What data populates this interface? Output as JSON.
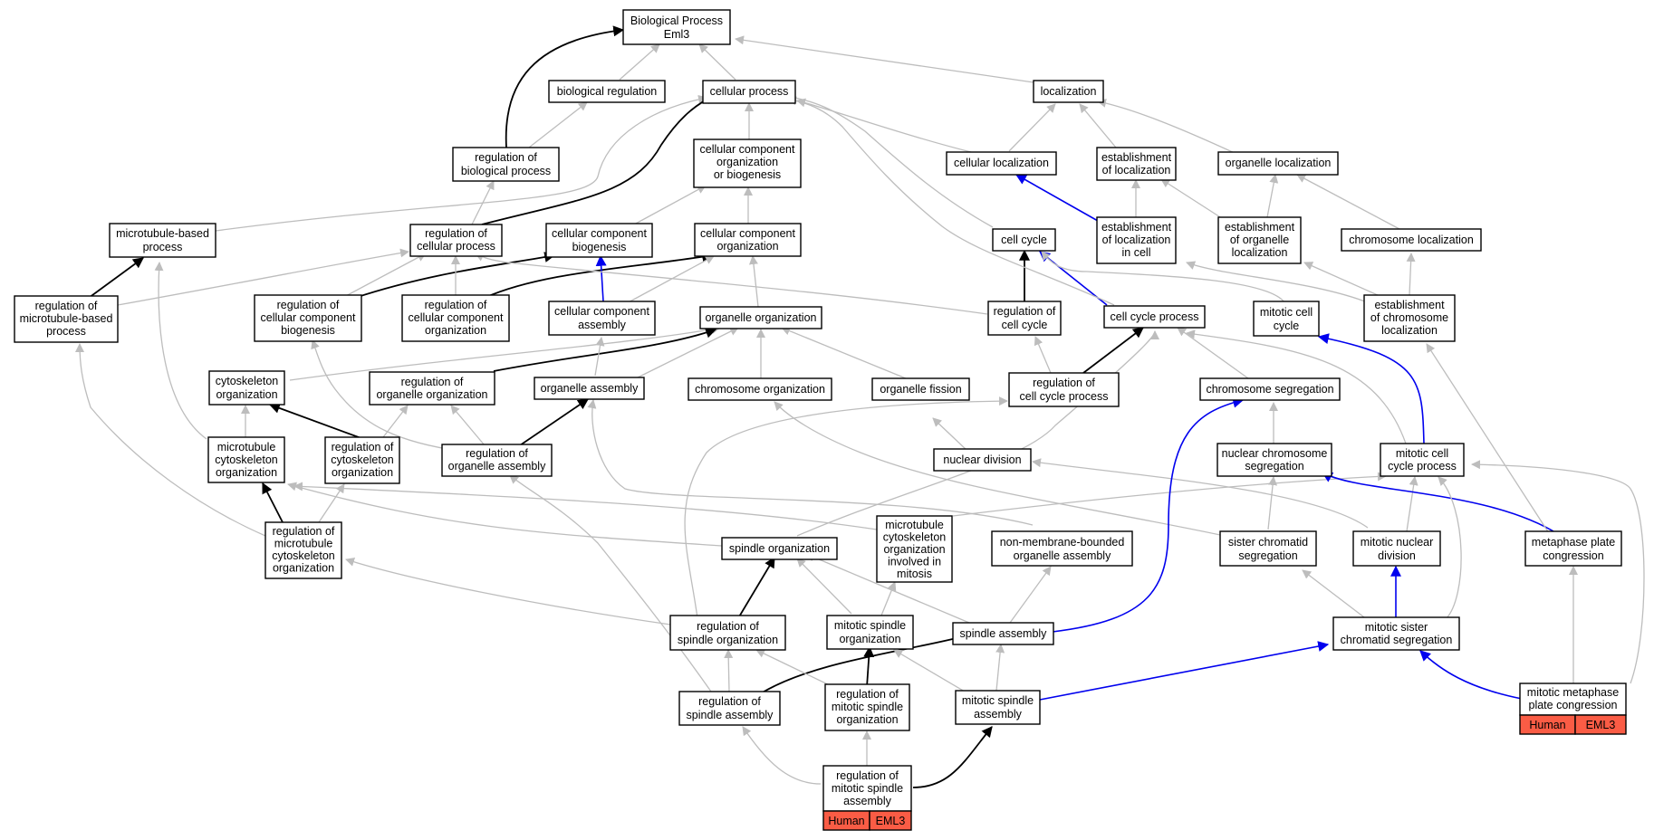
{
  "colors": {
    "gray_edge": "#bdbdbd",
    "black_edge": "#000000",
    "blue_edge": "#0000ee",
    "annotation_fill": "#fa5c45"
  },
  "nodes": [
    {
      "id": "bp",
      "label": [
        "Biological Process",
        "Eml3"
      ]
    },
    {
      "id": "bioreg",
      "label": [
        "biological regulation"
      ]
    },
    {
      "id": "cellproc",
      "label": [
        "cellular process"
      ]
    },
    {
      "id": "loc",
      "label": [
        "localization"
      ]
    },
    {
      "id": "regbio",
      "label": [
        "regulation of",
        "biological process"
      ]
    },
    {
      "id": "ccob",
      "label": [
        "cellular component",
        "organization",
        "or biogenesis"
      ]
    },
    {
      "id": "cellloc",
      "label": [
        "cellular localization"
      ]
    },
    {
      "id": "estloc",
      "label": [
        "establishment",
        "of localization"
      ]
    },
    {
      "id": "orgloc",
      "label": [
        "organelle localization"
      ]
    },
    {
      "id": "mtbp",
      "label": [
        "microtubule-based",
        "process"
      ]
    },
    {
      "id": "regcp",
      "label": [
        "regulation of",
        "cellular process"
      ]
    },
    {
      "id": "ccbio",
      "label": [
        "cellular component",
        "biogenesis"
      ]
    },
    {
      "id": "ccorg",
      "label": [
        "cellular component",
        "organization"
      ]
    },
    {
      "id": "cellcycle",
      "label": [
        "cell cycle"
      ]
    },
    {
      "id": "estlocc",
      "label": [
        "establishment",
        "of localization",
        "in cell"
      ]
    },
    {
      "id": "estorgloc",
      "label": [
        "establishment",
        "of organelle",
        "localization"
      ]
    },
    {
      "id": "chromloc",
      "label": [
        "chromosome localization"
      ]
    },
    {
      "id": "regmtbp",
      "label": [
        "regulation of",
        "microtubule-based",
        "process"
      ]
    },
    {
      "id": "regccbio",
      "label": [
        "regulation of",
        "cellular component",
        "biogenesis"
      ]
    },
    {
      "id": "regccorg",
      "label": [
        "regulation of",
        "cellular component",
        "organization"
      ]
    },
    {
      "id": "ccasm",
      "label": [
        "cellular component",
        "assembly"
      ]
    },
    {
      "id": "orgorg",
      "label": [
        "organelle organization"
      ]
    },
    {
      "id": "regcc",
      "label": [
        "regulation of",
        "cell cycle"
      ]
    },
    {
      "id": "ccp",
      "label": [
        "cell cycle process"
      ]
    },
    {
      "id": "mitcc",
      "label": [
        "mitotic cell",
        "cycle"
      ]
    },
    {
      "id": "estchromloc",
      "label": [
        "establishment",
        "of chromosome",
        "localization"
      ]
    },
    {
      "id": "cytoorg",
      "label": [
        "cytoskeleton",
        "organization"
      ]
    },
    {
      "id": "regorgorg",
      "label": [
        "regulation of",
        "organelle organization"
      ]
    },
    {
      "id": "orgasm",
      "label": [
        "organelle assembly"
      ]
    },
    {
      "id": "chromorg",
      "label": [
        "chromosome organization"
      ]
    },
    {
      "id": "orgfis",
      "label": [
        "organelle fission"
      ]
    },
    {
      "id": "regccp",
      "label": [
        "regulation of",
        "cell cycle process"
      ]
    },
    {
      "id": "chromseg",
      "label": [
        "chromosome segregation"
      ]
    },
    {
      "id": "mtco",
      "label": [
        "microtubule",
        "cytoskeleton",
        "organization"
      ]
    },
    {
      "id": "regcyto",
      "label": [
        "regulation of",
        "cytoskeleton",
        "organization"
      ]
    },
    {
      "id": "regorgasm",
      "label": [
        "regulation of",
        "organelle assembly"
      ]
    },
    {
      "id": "nucdiv",
      "label": [
        "nuclear division"
      ]
    },
    {
      "id": "nucchromseg",
      "label": [
        "nuclear chromosome",
        "segregation"
      ]
    },
    {
      "id": "mitccp",
      "label": [
        "mitotic cell",
        "cycle process"
      ]
    },
    {
      "id": "regmtco",
      "label": [
        "regulation of",
        "microtubule",
        "cytoskeleton",
        "organization"
      ]
    },
    {
      "id": "spinorg",
      "label": [
        "spindle organization"
      ]
    },
    {
      "id": "mtcomit",
      "label": [
        "microtubule",
        "cytoskeleton",
        "organization",
        "involved in",
        "mitosis"
      ]
    },
    {
      "id": "nmboa",
      "label": [
        "non-membrane-bounded",
        "organelle assembly"
      ]
    },
    {
      "id": "sistseg",
      "label": [
        "sister chromatid",
        "segregation"
      ]
    },
    {
      "id": "mitnucdiv",
      "label": [
        "mitotic nuclear",
        "division"
      ]
    },
    {
      "id": "mpc",
      "label": [
        "metaphase plate",
        "congression"
      ]
    },
    {
      "id": "regspinorg",
      "label": [
        "regulation of",
        "spindle organization"
      ]
    },
    {
      "id": "mitspinorg",
      "label": [
        "mitotic spindle",
        "organization"
      ]
    },
    {
      "id": "spinasm",
      "label": [
        "spindle assembly"
      ]
    },
    {
      "id": "mitsistseg",
      "label": [
        "mitotic sister",
        "chromatid segregation"
      ]
    },
    {
      "id": "regspinasm",
      "label": [
        "regulation of",
        "spindle assembly"
      ]
    },
    {
      "id": "regmitspinorg",
      "label": [
        "regulation of",
        "mitotic spindle",
        "organization"
      ]
    },
    {
      "id": "mitspinasm",
      "label": [
        "mitotic spindle",
        "assembly"
      ]
    },
    {
      "id": "regmitspinasm",
      "label": [
        "regulation of",
        "mitotic spindle",
        "assembly"
      ],
      "annotation": [
        "Human",
        "EML3"
      ]
    },
    {
      "id": "mitmpc",
      "label": [
        "mitotic metaphase",
        "plate congression"
      ],
      "annotation": [
        "Human",
        "EML3"
      ]
    }
  ]
}
